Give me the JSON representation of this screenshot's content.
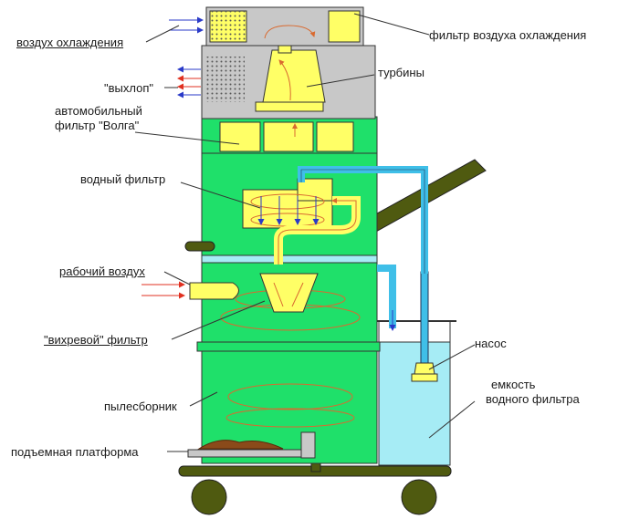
{
  "labels": {
    "cooling_air": "воздух охлаждения",
    "cooling_air_filter": "фильтр воздуха охлаждения",
    "turbines": "турбины",
    "exhaust": "\"выхлоп\"",
    "car_filter_line1": "автомобильный",
    "car_filter_line2": "фильтр \"Волга\"",
    "water_filter": "водный фильтр",
    "working_air": "рабочий воздух",
    "vortex_filter": "\"вихревой\" фильтр",
    "pump": "насос",
    "tank_line1": "емкость",
    "tank_line2": "водного фильтра",
    "dust_collector": "пылесборник",
    "lift_platform": "подъемная платформа"
  },
  "colors": {
    "green_body": "#1fe06a",
    "grey_head": "#c8c8c8",
    "yellow_filter": "#ffff66",
    "water_blue": "#a6ecf5",
    "pipe_blue": "#3fbfe8",
    "frame_olive": "#4f5a10",
    "arrow_red": "#e03020",
    "arrow_blue": "#2a3ac8",
    "flow_orange": "#e08040"
  }
}
